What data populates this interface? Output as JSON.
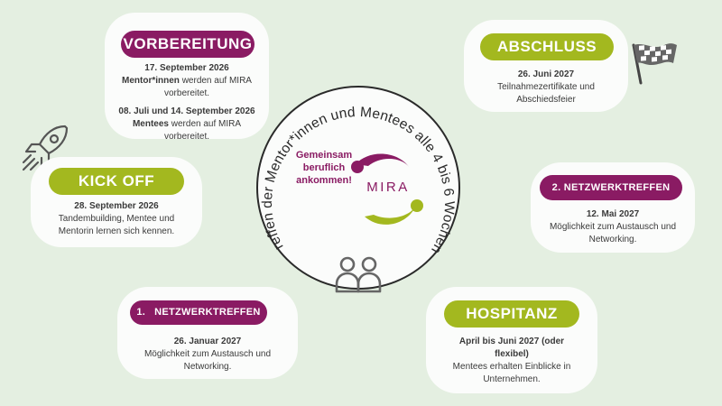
{
  "center": {
    "arc_text": "Treffen der Mentor*innen und Mentees alle 4 bis 6 Wochen.",
    "logo_slogan": [
      "Gemeinsam",
      "beruflich",
      "ankommen!"
    ],
    "logo_name": "MIRA"
  },
  "cards": {
    "vorbereitung": {
      "title": "VORBEREITUNG",
      "line1_bold": "17. September 2026",
      "line2_bold": "Mentor*innen",
      "line2_rest": " werden auf MIRA",
      "line3": "vorbereitet.",
      "line4_bold": "08. Juli und 14. September 2026",
      "line5_bold": "Mentees",
      "line5_rest": " werden auf MIRA",
      "line6": "vorbereitet."
    },
    "kickoff": {
      "title": "KICK OFF",
      "date": "28. September 2026",
      "line1": "Tandembuilding, Mentee und",
      "line2": "Mentorin lernen sich kennen."
    },
    "netzwerk1": {
      "number": "1.",
      "title": "NETZWERKTREFFEN",
      "date": "26. Januar 2027",
      "line1": "Möglichkeit zum Austausch und",
      "line2": "Networking."
    },
    "abschluss": {
      "title": "ABSCHLUSS",
      "date": "26. Juni 2027",
      "line1": "Teilnahmezertifikate und",
      "line2": "Abschiedsfeier"
    },
    "netzwerk2": {
      "title": "2. NETZWERKTREFFEN",
      "date": "12. Mai 2027",
      "line1": "Möglichkeit zum Austausch und",
      "line2": "Networking."
    },
    "hospitanz": {
      "title": "HOSPITANZ",
      "date1": "April bis Juni 2027 (oder",
      "date2": "flexibel)",
      "line1": "Mentees erhalten Einblicke in",
      "line2": "Unternehmen."
    }
  },
  "icons": {
    "rocket": "rocket-icon",
    "flag": "checkered-flag-icon",
    "people": "people-icon"
  },
  "colors": {
    "purple": "#8a1b63",
    "green": "#a3b81f",
    "background": "#e4efe1",
    "card": "#fbfcfb"
  }
}
